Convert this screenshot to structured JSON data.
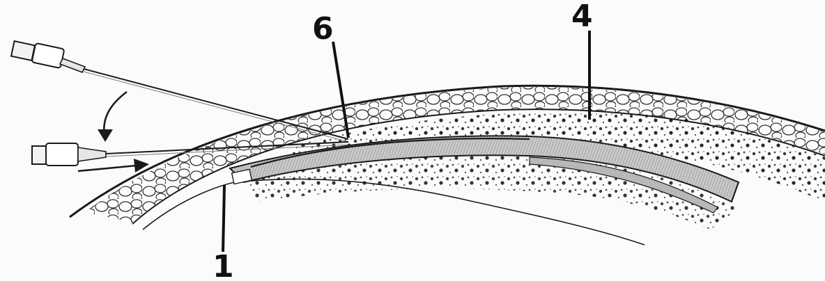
{
  "diagram": {
    "callouts": [
      {
        "id": "label-6",
        "text": "6"
      },
      {
        "id": "label-4",
        "text": "4"
      },
      {
        "id": "label-1",
        "text": "1"
      }
    ],
    "colors": {
      "ink": "#1a1a1a",
      "paper": "#fbfbfb",
      "shade": "#9a9a9a"
    },
    "icons": [
      "syringe-hub-upper",
      "syringe-hub-lower",
      "curved-arrow",
      "insertion-arrow"
    ]
  }
}
